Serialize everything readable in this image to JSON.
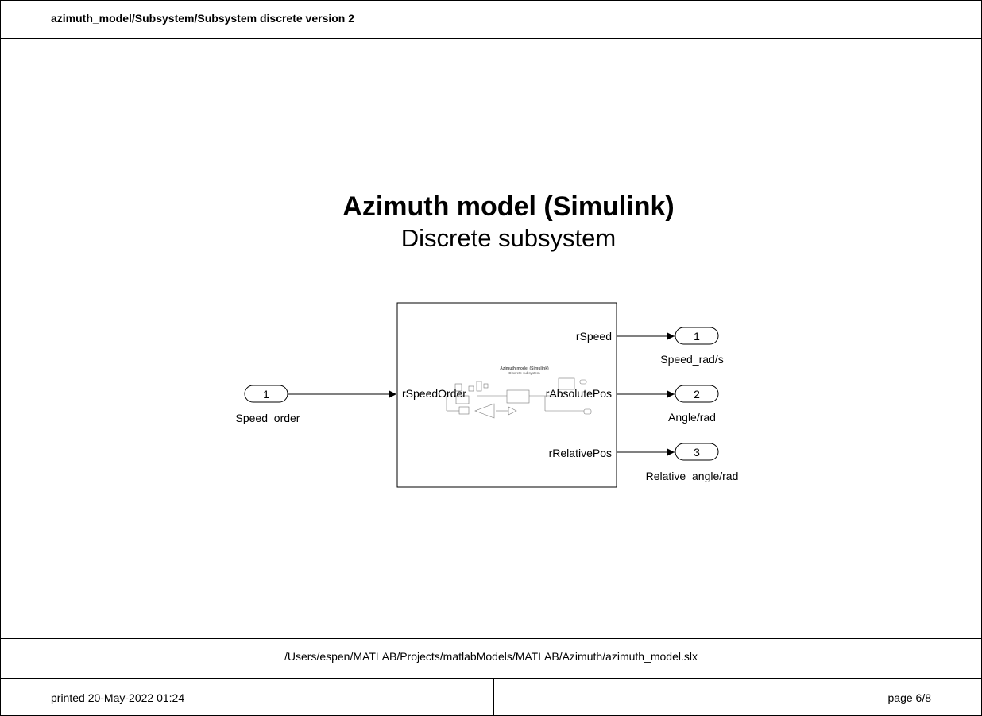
{
  "header": {
    "title": "azimuth_model/Subsystem/Subsystem discrete version 2"
  },
  "annotation": {
    "title": "Azimuth model (Simulink)",
    "subtitle": "Discrete subsystem"
  },
  "subsystem": {
    "input_port_labels": [
      "rSpeedOrder"
    ],
    "output_port_labels": [
      "rSpeed",
      "rAbsolutePos",
      "rRelativePos"
    ],
    "thumbnail": {
      "title": "Azimuth model (Simulink)",
      "subtitle": "Discrete subsystem"
    }
  },
  "inport": {
    "number": "1",
    "name": "Speed_order"
  },
  "outports": [
    {
      "number": "1",
      "name": "Speed_rad/s"
    },
    {
      "number": "2",
      "name": "Angle/rad"
    },
    {
      "number": "3",
      "name": "Relative_angle/rad"
    }
  ],
  "footer": {
    "path": "/Users/espen/MATLAB/Projects/matlabModels/MATLAB/Azimuth/azimuth_model.slx",
    "printed": "printed 20-May-2022 01:24",
    "page": "page 6/8"
  }
}
